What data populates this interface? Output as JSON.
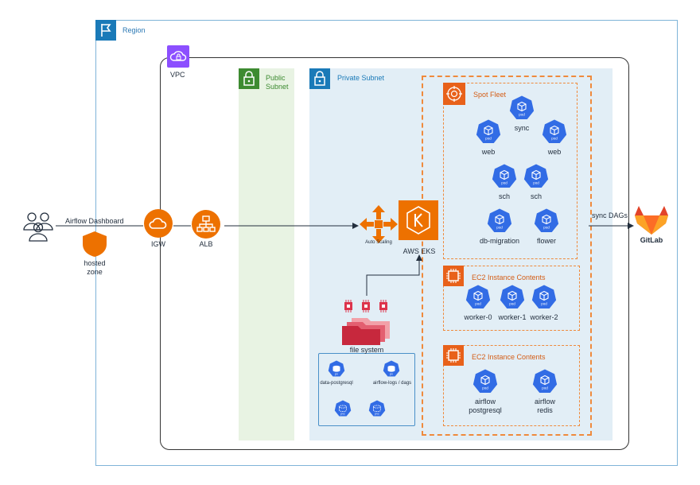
{
  "region": {
    "label": "Region"
  },
  "vpc": {
    "label": "VPC"
  },
  "public_subnet": {
    "label_line1": "Public",
    "label_line2": "Subnet"
  },
  "private_subnet": {
    "label": "Private Subnet"
  },
  "users": {
    "edge_label": "Airflow Dashboard"
  },
  "hosted_zone": {
    "label_line1": "hosted",
    "label_line2": "zone"
  },
  "igw": {
    "label": "IGW"
  },
  "alb": {
    "label": "ALB"
  },
  "auto_scaling": {
    "label": "Auto Scaling"
  },
  "eks": {
    "label": "AWS EKS"
  },
  "spot_fleet": {
    "label": "Spot Fleet",
    "pods": [
      {
        "name": "sync"
      },
      {
        "name": "web"
      },
      {
        "name": "web"
      },
      {
        "name": "sch"
      },
      {
        "name": "sch"
      },
      {
        "name": "db-migration"
      },
      {
        "name": "flower"
      }
    ]
  },
  "ec2_workers": {
    "label": "EC2 Instance Contents",
    "pods": [
      {
        "name": "worker-0"
      },
      {
        "name": "worker-1"
      },
      {
        "name": "worker-2"
      }
    ]
  },
  "ec2_services": {
    "label": "EC2 Instance Contents",
    "pods": [
      {
        "line1": "airflow",
        "line2": "postgresql"
      },
      {
        "line1": "airflow",
        "line2": "redis"
      }
    ]
  },
  "file_system": {
    "label": "file system"
  },
  "pvc": {
    "pv_labels": [
      "data-postgresql",
      "airflow-logs / dags"
    ],
    "pod_icon_text": "pod",
    "pv_icon_text": "pv",
    "pvc_icon_text": "pvc"
  },
  "gitlab": {
    "label": "GitLab",
    "edge_label": "sync DAGs"
  },
  "colors": {
    "k8s_blue": "#326ce5",
    "aws_orange": "#ed7100",
    "region_blue": "#1a7ab8",
    "public_green": "#3d8b31",
    "vpc_purple": "#8c4fff"
  },
  "icons": [
    "flag-icon",
    "cloud-lock-icon",
    "padlock-icon",
    "users-icon",
    "shield-icon",
    "cloud-icon",
    "network-tree-icon",
    "arrows-icon",
    "kubernetes-icon",
    "gitlab-icon",
    "chip-icon",
    "folder-icon",
    "pod-icon"
  ]
}
